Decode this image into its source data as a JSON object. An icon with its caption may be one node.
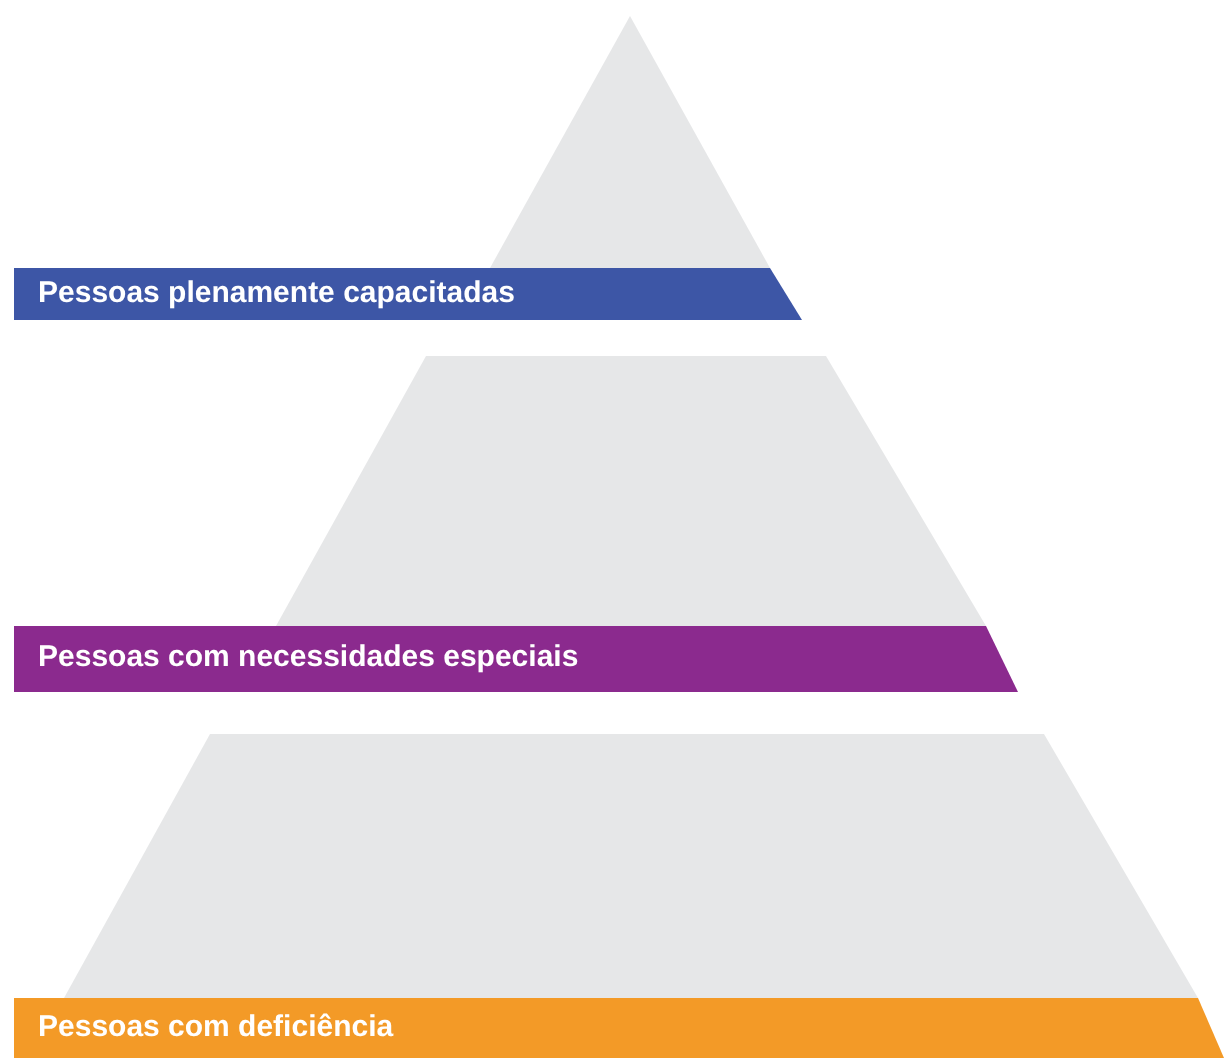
{
  "diagram": {
    "nodes": [
      {
        "text": [
          "Pessoas plenamente capacitadas"
        ]
      },
      {
        "text": [
          "Pessoas com necessidades especiais"
        ]
      },
      {
        "text": [
          "Pessoas com deficiência"
        ]
      }
    ]
  }
}
